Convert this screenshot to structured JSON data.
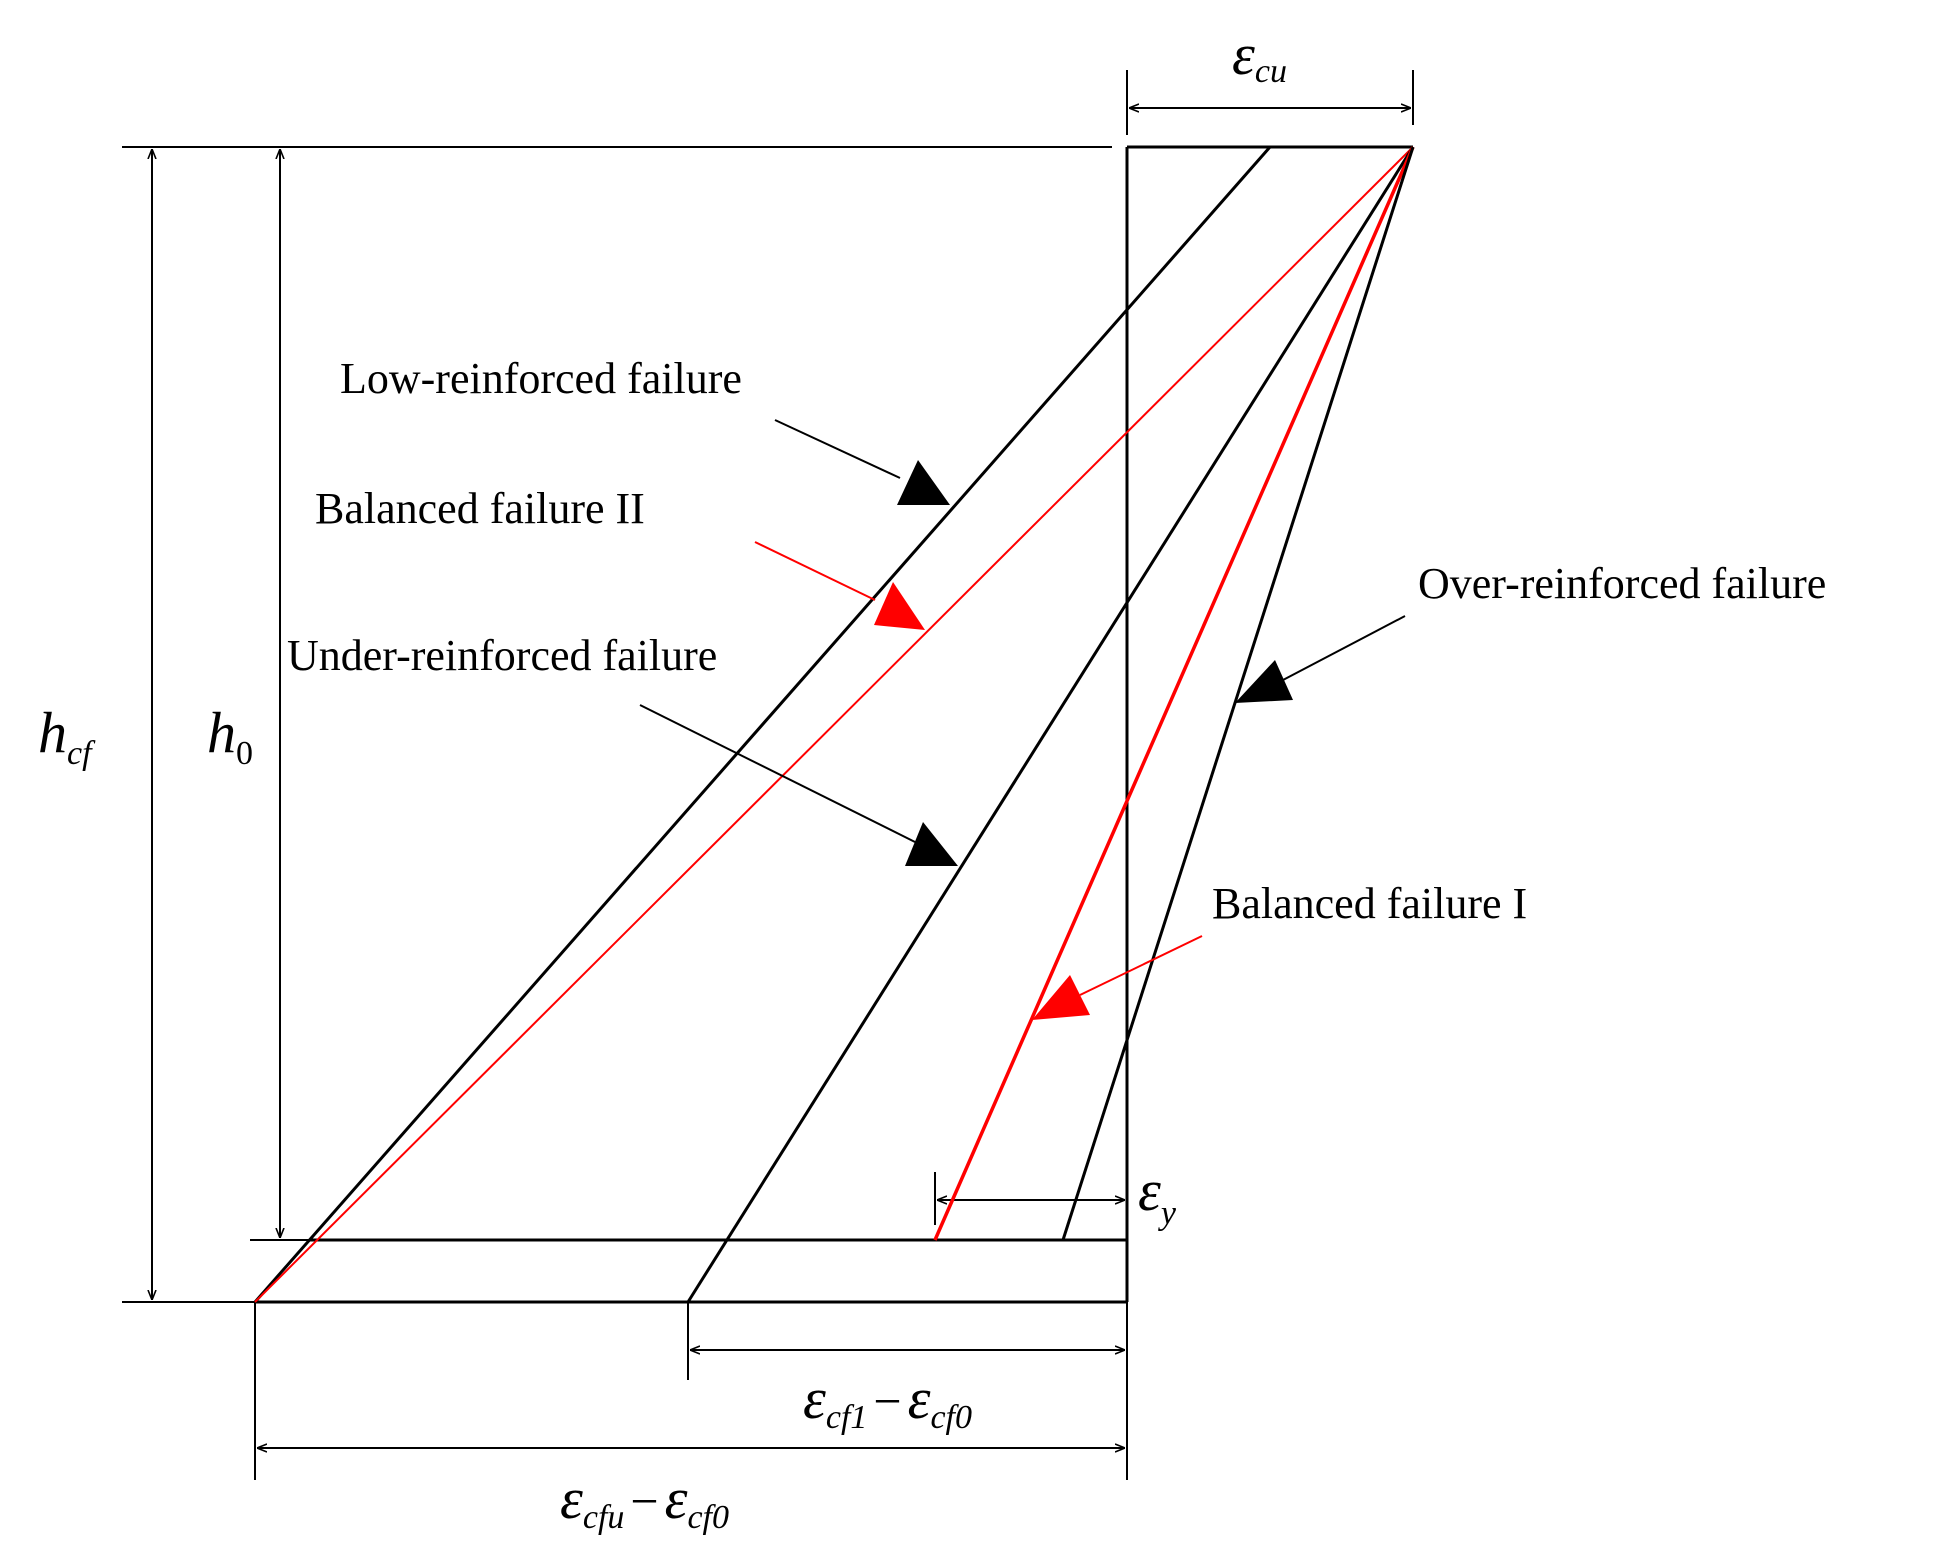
{
  "labels": {
    "low_reinforced": "Low-reinforced failure",
    "balanced_2": "Balanced failure II",
    "under_reinforced": "Under-reinforced failure",
    "over_reinforced": "Over-reinforced failure",
    "balanced_1": "Balanced failure I"
  },
  "symbols": {
    "eps": "ε",
    "h": "h",
    "minus": "−",
    "sub_cu": "cu",
    "sub_y": "y",
    "sub_cf": "cf",
    "sub_0": "0",
    "sub_cf1": "cf1",
    "sub_cf0": "cf0",
    "sub_cfu": "cfu"
  },
  "colors": {
    "line": "#000000",
    "balanced": "#ff0000"
  }
}
